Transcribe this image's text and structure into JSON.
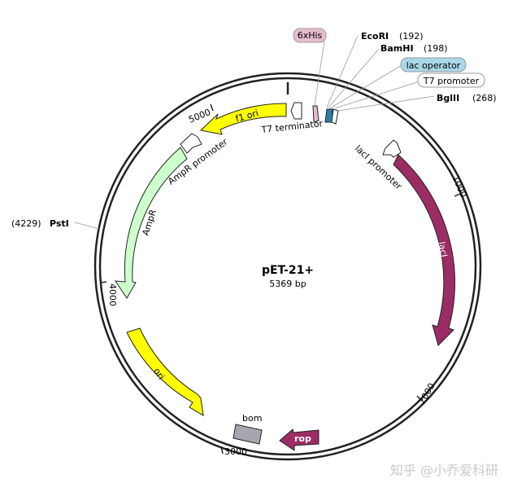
{
  "plasmid": {
    "name": "pET-21+",
    "size_label": "5369 bp"
  },
  "ticks": [
    "1000",
    "2000",
    "3000",
    "4000",
    "5000"
  ],
  "sites": [
    {
      "name": "EcoRI",
      "pos": "(192)"
    },
    {
      "name": "BamHI",
      "pos": "(198)"
    },
    {
      "name": "BglII",
      "pos": "(268)"
    },
    {
      "name": "PstI",
      "pos": "(4229)"
    }
  ],
  "callouts": {
    "his": "6xHis",
    "lac_operator": "lac operator",
    "t7_promoter": "T7 promoter"
  },
  "features": {
    "t7_terminator": "T7 terminator",
    "laci_promoter": "lacI promoter",
    "laci": "lacI",
    "f1_ori": "f1 ori",
    "ampr_promoter": "AmpR promoter",
    "ampr": "AmpR",
    "ori": "ori",
    "bom": "bom",
    "rop": "rop"
  },
  "colors": {
    "laci": "#9b2d64",
    "rop": "#9b2d64",
    "f1_ori": "#ffff00",
    "ori": "#ffff00",
    "ampr": "#ccffcc",
    "bom": "#a6a6ae",
    "his": "#e6bcd0",
    "lac_operator": "#a8d8e8",
    "lac_operator_box": "#2a7fa8"
  },
  "watermark": "知乎 @小乔爱科研"
}
